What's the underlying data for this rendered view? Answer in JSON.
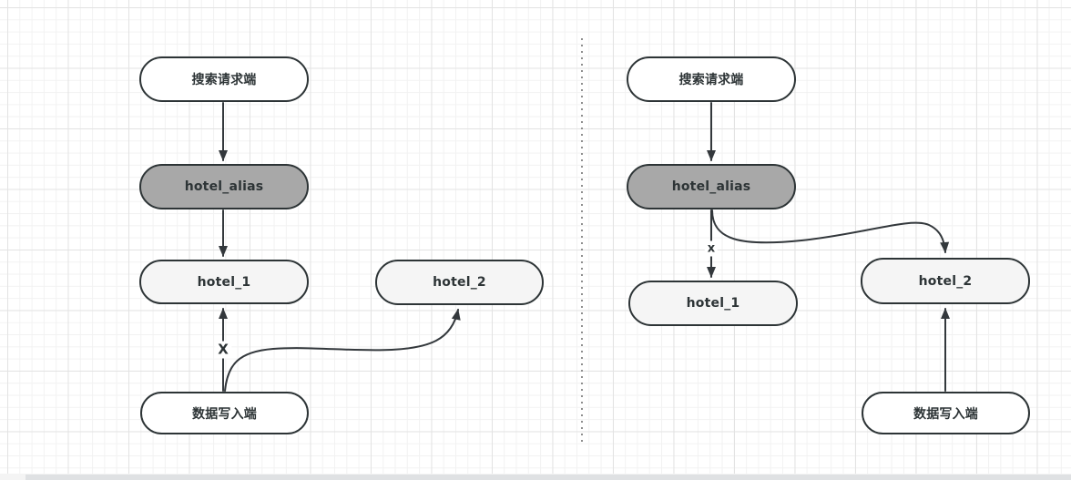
{
  "diagram": {
    "description_hint": "alias switch flow, two states separated by dotted divider",
    "left": {
      "search_client": "搜索请求端",
      "alias": "hotel_alias",
      "hotel_1": "hotel_1",
      "hotel_2": "hotel_2",
      "data_writer": "数据写入端",
      "blocked_mark": "X"
    },
    "right": {
      "search_client": "搜索请求端",
      "alias": "hotel_alias",
      "hotel_1": "hotel_1",
      "hotel_2": "hotel_2",
      "data_writer": "数据写入端",
      "blocked_mark": "x"
    }
  },
  "colors": {
    "node_border": "#2d3436",
    "node_fill_white": "#ffffff",
    "alias_fill": "#a8a8a8",
    "index_fill": "#f5f5f5",
    "edge_stroke": "#33383c",
    "grid_minor": "#f2f2f2",
    "grid_major": "#e3e3e3",
    "divider_dot": "#8f8f8f",
    "scrollbar_thumb": "#dfe1e3"
  }
}
